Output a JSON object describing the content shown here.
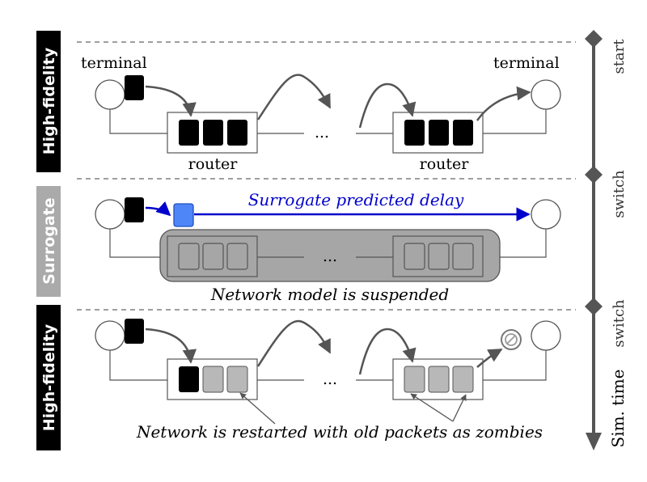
{
  "sections": {
    "top": {
      "label": "High-fidelity",
      "terminal_left": "terminal",
      "terminal_right": "terminal",
      "router_left": "router",
      "router_right": "router",
      "ellipsis": "..."
    },
    "middle": {
      "label": "Surrogate",
      "predicted": "Surrogate predicted delay",
      "suspended": "Network model is suspended",
      "ellipsis": "..."
    },
    "bottom": {
      "label": "High-fidelity",
      "ellipsis": "...",
      "zombies": "Network is restarted with old packets as zombies"
    }
  },
  "timeline": {
    "start": "start",
    "switch1": "switch",
    "switch2": "switch",
    "axis": "Sim. time"
  },
  "colors": {
    "band_black": "#000000",
    "band_gray": "#aaaaaa",
    "packet_black": "#000000",
    "packet_gray": "#b8b8b8",
    "surrogate_packet": "#4f86f7",
    "blue_arrow": "#0000cc",
    "suspended_fill": "#a6a6a6",
    "arrow_gray": "#555555"
  }
}
